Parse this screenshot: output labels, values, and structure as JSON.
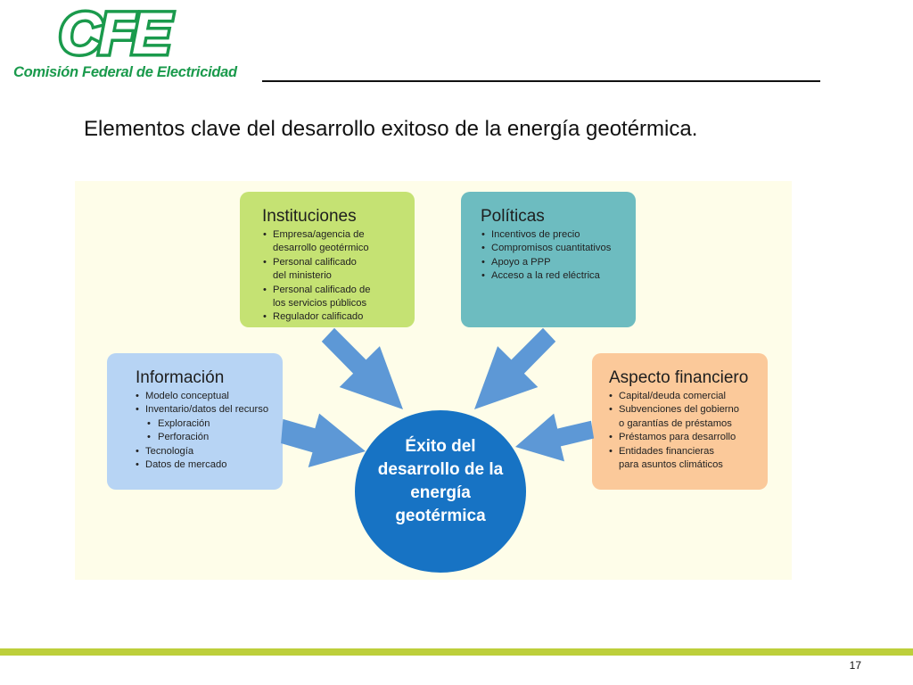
{
  "logo": {
    "wordmark": "CFE",
    "name": "Comisión Federal de Electricidad"
  },
  "slide": {
    "title": "Elementos clave del desarrollo exitoso de la energía geotérmica.",
    "page_number": "17"
  },
  "diagram": {
    "center": {
      "lines": [
        "Éxito del",
        "desarrollo de la",
        "energía",
        "geotérmica"
      ]
    },
    "boxes": {
      "instituciones": {
        "title": "Instituciones",
        "items": [
          {
            "text": "Empresa/agencia de",
            "kind": "item"
          },
          {
            "text": "desarrollo geotérmico",
            "kind": "cont"
          },
          {
            "text": "Personal calificado",
            "kind": "item"
          },
          {
            "text": "del ministerio",
            "kind": "cont"
          },
          {
            "text": "Personal calificado de",
            "kind": "item"
          },
          {
            "text": "los servicios públicos",
            "kind": "cont"
          },
          {
            "text": "Regulador calificado",
            "kind": "item"
          }
        ]
      },
      "politicas": {
        "title": "Políticas",
        "items": [
          {
            "text": "Incentivos de precio",
            "kind": "item"
          },
          {
            "text": "Compromisos cuantitativos",
            "kind": "item"
          },
          {
            "text": "Apoyo a PPP",
            "kind": "item"
          },
          {
            "text": "Acceso a la red eléctrica",
            "kind": "item"
          }
        ]
      },
      "informacion": {
        "title": "Información",
        "items": [
          {
            "text": "Modelo conceptual",
            "kind": "item"
          },
          {
            "text": "Inventario/datos del recurso",
            "kind": "item"
          },
          {
            "text": "Exploración",
            "kind": "sub"
          },
          {
            "text": "Perforación",
            "kind": "sub"
          },
          {
            "text": "Tecnología",
            "kind": "item"
          },
          {
            "text": "Datos de mercado",
            "kind": "item"
          }
        ]
      },
      "financiero": {
        "title": "Aspecto financiero",
        "items": [
          {
            "text": "Capital/deuda comercial",
            "kind": "item"
          },
          {
            "text": "Subvenciones del gobierno",
            "kind": "item"
          },
          {
            "text": "o garantías de préstamos",
            "kind": "cont"
          },
          {
            "text": "Préstamos para desarrollo",
            "kind": "item"
          },
          {
            "text": "Entidades financieras",
            "kind": "item"
          },
          {
            "text": "para asuntos climáticos",
            "kind": "cont"
          }
        ]
      }
    },
    "colors": {
      "background": "#fefde9",
      "instituciones": "#c5e273",
      "politicas": "#6dbcc0",
      "informacion": "#b7d4f4",
      "financiero": "#fbc99a",
      "center": "#1773c4",
      "arrow": "#5d98d6",
      "brand_green": "#1a9a4c",
      "footer_band": "#bdcf3b"
    }
  }
}
